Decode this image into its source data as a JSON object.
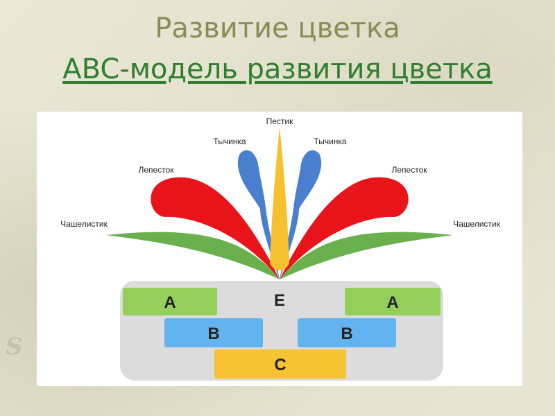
{
  "title": "Развитие цветка",
  "subtitle": "ABC-модель развития цветка",
  "organs": {
    "pistil": "Пестик",
    "stamen_left": "Тычинка",
    "stamen_right": "Тычинка",
    "petal_left": "Лепесток",
    "petal_right": "Лепесток",
    "sepal_left": "Чашелистик",
    "sepal_right": "Чашелистик"
  },
  "genes": {
    "a_left": "A",
    "a_right": "A",
    "b_left": "B",
    "b_right": "B",
    "c": "C",
    "e": "E"
  },
  "colors": {
    "sepal": "#6ab04c",
    "petal": "#e8141a",
    "stamen": "#4a7fd0",
    "pistil": "#f5c12e",
    "box_a": "#93cf5a",
    "box_b": "#62b4f0",
    "box_c": "#f6c432",
    "base": "#dcdcdc"
  }
}
